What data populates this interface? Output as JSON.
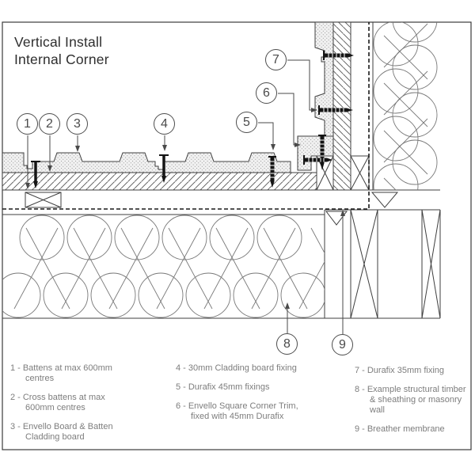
{
  "title": {
    "line1": "Vertical Install",
    "line2": "Internal Corner"
  },
  "callouts": {
    "c1": "1",
    "c2": "2",
    "c3": "3",
    "c4": "4",
    "c5": "5",
    "c6": "6",
    "c7": "7",
    "c8": "8",
    "c9": "9"
  },
  "legend": {
    "col1": [
      {
        "num": "1 -",
        "text": "Battens at max 600mm centres"
      },
      {
        "num": "2 -",
        "text": "Cross battens at max 600mm centres"
      },
      {
        "num": "3 -",
        "text": "Envello Board & Batten Cladding board"
      }
    ],
    "col2": [
      {
        "num": "4 -",
        "text": "30mm Cladding board fixing"
      },
      {
        "num": "5 -",
        "text": "Durafix 45mm fixings"
      },
      {
        "num": "6 -",
        "text": "Envello Square Corner Trim, fixed with 45mm Durafix"
      }
    ],
    "col3": [
      {
        "num": "7 -",
        "text": "Durafix 35mm fixing"
      },
      {
        "num": "8 -",
        "text": "Example structural timber & sheathing or masonry wall"
      },
      {
        "num": "9 -",
        "text": "Breather membrane"
      }
    ]
  },
  "colors": {
    "line": "#3f3f3f",
    "screw": "#141414",
    "legend_text": "#7d7d7d",
    "title_text": "#2e2e2e"
  }
}
